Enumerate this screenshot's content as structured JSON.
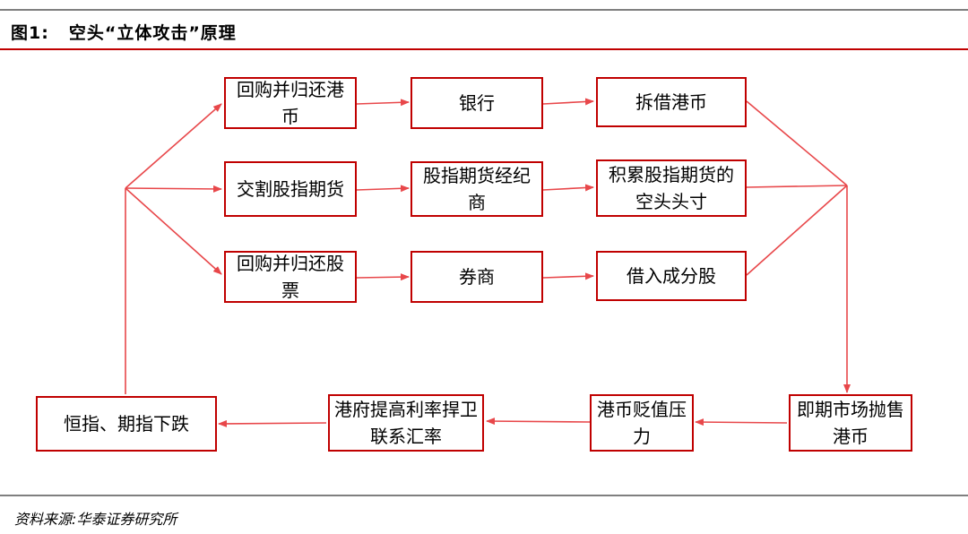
{
  "header": {
    "figure_number": "图1:",
    "title": "空头“立体攻击”原理"
  },
  "footer": {
    "source": "资料来源:华泰证券研究所"
  },
  "colors": {
    "accent": "#c00000",
    "arrow": "#e8474a",
    "rule": "#7f7f7f"
  },
  "nodes": {
    "buyback_hkd": "回购并归还港币",
    "bank": "银行",
    "borrow_hkd": "拆借港币",
    "deliver_futures": "交割股指期货",
    "futures_broker": "股指期货经纪商",
    "accumulate_short": "积累股指期货的空头头寸",
    "buyback_stock": "回购并归还股票",
    "securities_dealer": "券商",
    "borrow_stock": "借入成分股",
    "spot_sell_hkd": "即期市场抛售港币",
    "hkd_devaluation": "港币贬值压力",
    "hkma_raise_rate": "港府提高利率捍卫联系汇率",
    "index_fall": "恒指、期指下跌"
  }
}
